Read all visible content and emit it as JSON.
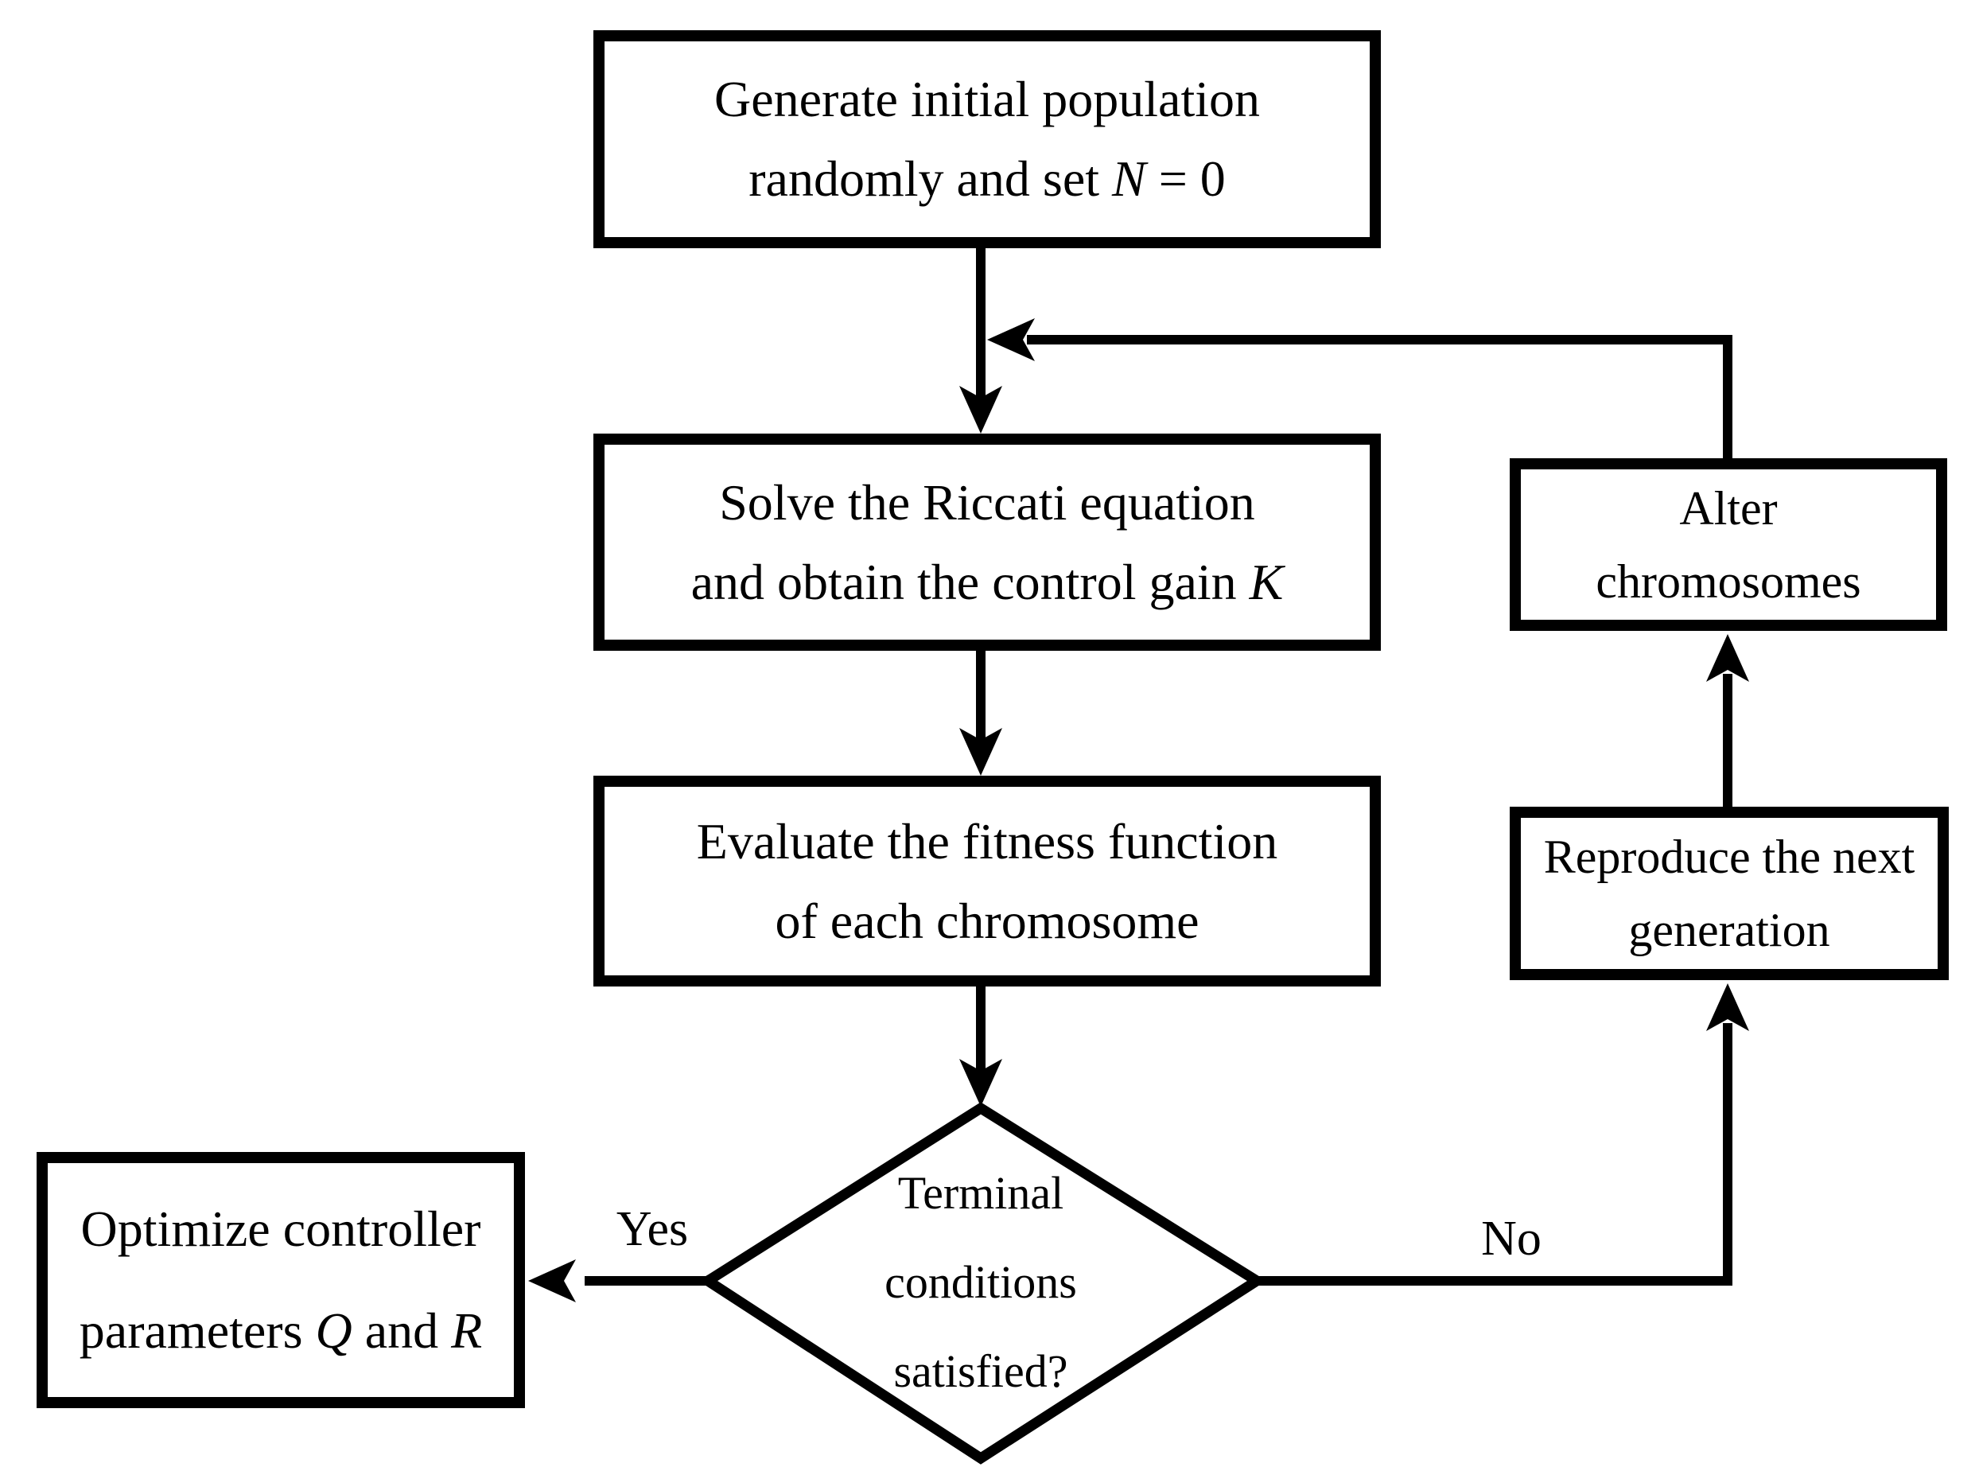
{
  "figure": {
    "background_color": "#ffffff",
    "line_color": "#000000",
    "type": "flowchart"
  },
  "nodes": {
    "generate": {
      "line1": "Generate initial population",
      "line2_pre": "randomly and set ",
      "line2_var": "N",
      "line2_post": " = 0"
    },
    "solve": {
      "line1": "Solve the Riccati equation",
      "line2_pre": "and obtain the control gain ",
      "line2_var": "K"
    },
    "evaluate": {
      "line1": "Evaluate the fitness function",
      "line2": "of each chromosome"
    },
    "decision": {
      "line1": "Terminal",
      "line2": "conditions",
      "line3": "satisfied?"
    },
    "optimize": {
      "line1": "Optimize controller",
      "line2_pre": "parameters ",
      "line2_var1": "Q",
      "line2_mid": " and ",
      "line2_var2": "R"
    },
    "reproduce": {
      "line1": "Reproduce the next",
      "line2": "generation"
    },
    "alter": {
      "line1": "Alter",
      "line2": "chromosomes"
    }
  },
  "edges": {
    "yes_label": "Yes",
    "no_label": "No"
  }
}
